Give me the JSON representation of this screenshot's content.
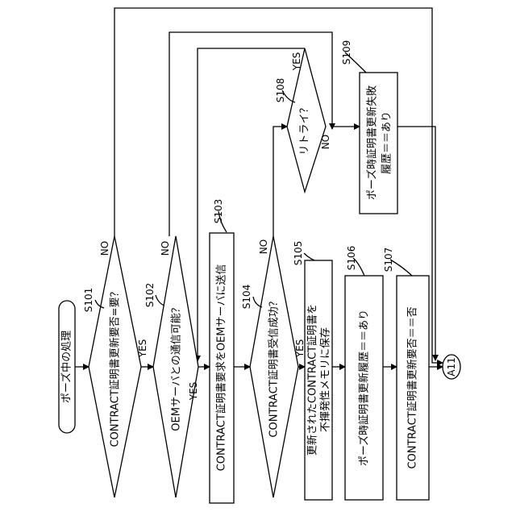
{
  "terminals": {
    "start": "ポーズ中の処理",
    "connector": "A11"
  },
  "decisions": {
    "s101": "CONTRACT証明書更新要否=要？",
    "s102": "OEMサーバとの通信可能？",
    "s104": "CONTRACT証明書受信成功？",
    "s108": "リトライ？"
  },
  "processes": {
    "s103": "CONTRACT証明書要求をOEMサーバに送信",
    "s105_line1": "更新されたCONTRACT証明書を",
    "s105_line2": "不揮発性メモリに保存",
    "s106": "ポーズ時証明書更新履歴＝＝あり",
    "s107": "CONTRACT証明書更新要否＝＝否",
    "s109_line1": "ポーズ時証明書更新失敗",
    "s109_line2": "履歴＝＝あり"
  },
  "step_labels": {
    "s101": "S101",
    "s102": "S102",
    "s103": "S103",
    "s104": "S104",
    "s105": "S105",
    "s106": "S106",
    "s107": "S107",
    "s108": "S108",
    "s109": "S109"
  },
  "branch_labels": {
    "yes": "YES",
    "no": "NO"
  }
}
